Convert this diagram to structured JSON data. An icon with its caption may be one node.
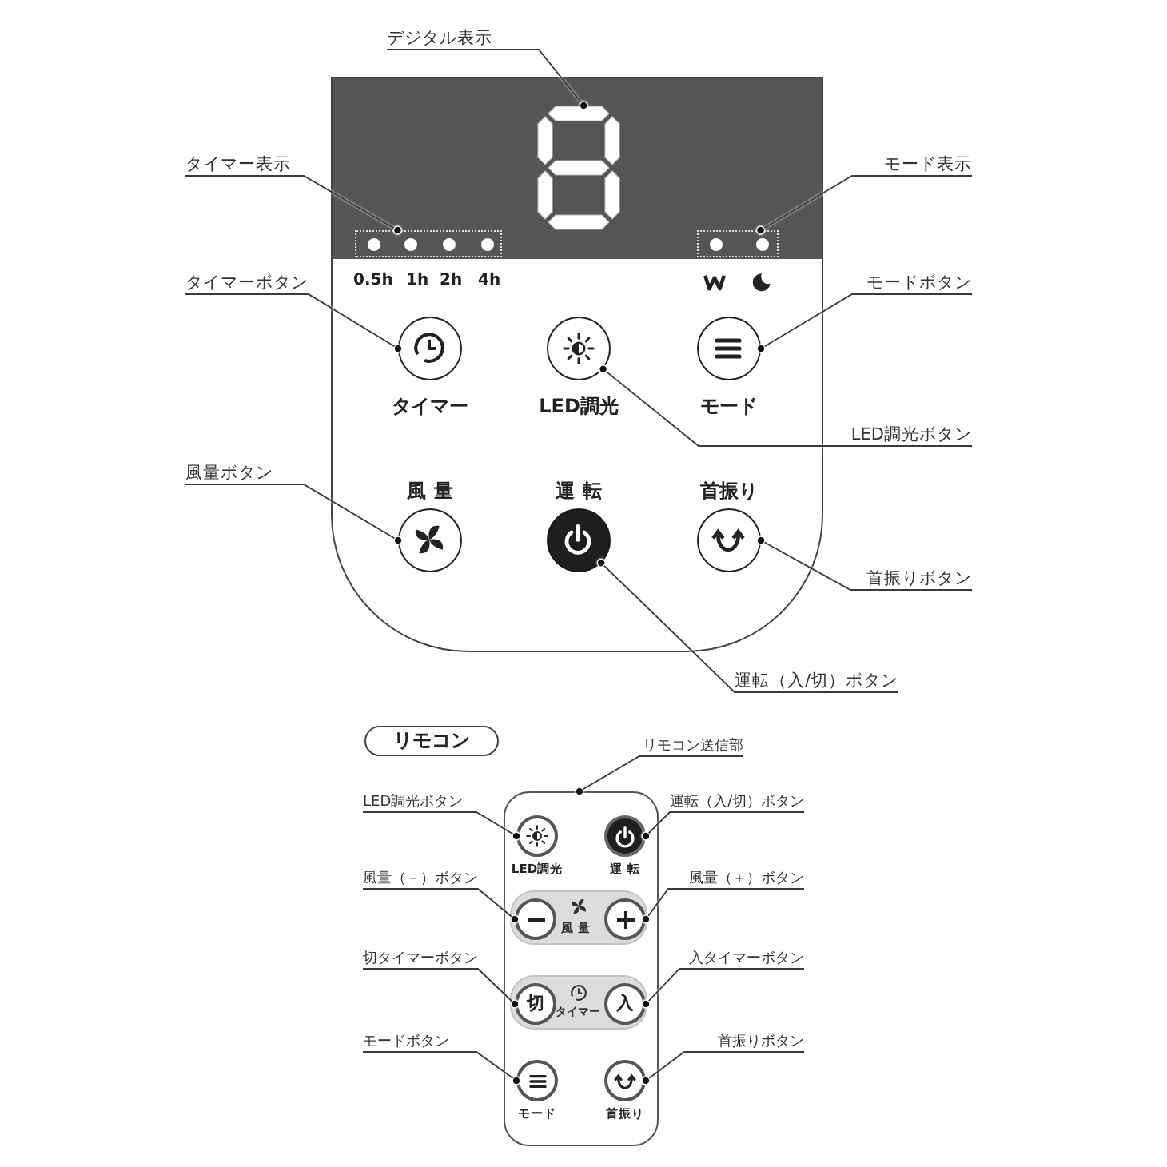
{
  "diagram": {
    "nodes": [
      {
        "text": [
          "デジタル表示"
        ]
      },
      {
        "text": [],
        "shape": "box"
      },
      {
        "text": [],
        "shape": "picture",
        "in": 1
      },
      {
        "text": [
          "タイマー表示"
        ]
      },
      {
        "text": [
          "モード表示"
        ]
      },
      {
        "text": [],
        "shape": "box",
        "in": 1,
        "beside": [
          "0.5h",
          "1h",
          "2h",
          "4h"
        ]
      },
      {
        "text": [],
        "shape": "box",
        "in": 1
      },
      {
        "text": [
          "タイマーボタン"
        ]
      },
      {
        "text": [
          "モードボタン"
        ]
      },
      {
        "text": [],
        "shape": "circle",
        "in": 1,
        "beside": [
          "タイマー"
        ]
      },
      {
        "text": [],
        "shape": "circle",
        "in": 1,
        "beside": [
          "LED調光"
        ]
      },
      {
        "text": [],
        "shape": "circle",
        "in": 1,
        "beside": [
          "モード"
        ]
      },
      {
        "text": [
          "LED調光ボタン"
        ]
      },
      {
        "text": [
          "風量ボタン"
        ]
      },
      {
        "text": [],
        "shape": "circle",
        "in": 1,
        "beside": [
          "風量"
        ]
      },
      {
        "text": [],
        "shape": "circle",
        "in": 1,
        "beside": [
          "運転"
        ]
      },
      {
        "text": [],
        "shape": "circle",
        "in": 1,
        "beside": [
          "首振り"
        ]
      },
      {
        "text": [
          "首振りボタン"
        ]
      },
      {
        "text": [
          "運転（入/切）ボタン"
        ]
      },
      {
        "text": [
          "リモコン"
        ]
      },
      {
        "text": [
          "リモコン送信部"
        ]
      },
      {
        "text": [],
        "shape": "box"
      },
      {
        "text": [
          "LED調光ボタン"
        ]
      },
      {
        "text": [
          "運転（入/切）ボタン"
        ]
      },
      {
        "text": [],
        "shape": "circle",
        "in": 21,
        "beside": [
          "LED調光"
        ]
      },
      {
        "text": [],
        "shape": "circle",
        "in": 21,
        "beside": [
          "運転"
        ]
      },
      {
        "text": [
          "風量（－）ボタン"
        ]
      },
      {
        "text": [
          "風量（＋）ボタン"
        ]
      },
      {
        "text": [
          "風量"
        ],
        "in": 21
      },
      {
        "text": [],
        "shape": "circle",
        "in": 28
      },
      {
        "text": [],
        "shape": "circle",
        "in": 28
      },
      {
        "text": [
          "切タイマーボタン"
        ]
      },
      {
        "text": [
          "入タイマーボタン"
        ]
      },
      {
        "text": [
          "タイマー"
        ],
        "in": 21
      },
      {
        "text": [
          "切"
        ],
        "in": 33
      },
      {
        "text": [
          "入"
        ],
        "in": 33
      },
      {
        "text": [
          "モードボタン"
        ]
      },
      {
        "text": [
          "首振りボタン"
        ]
      },
      {
        "text": [],
        "shape": "circle",
        "in": 21,
        "beside": [
          "モード"
        ]
      },
      {
        "text": [],
        "shape": "circle",
        "in": 21,
        "beside": [
          "首振り"
        ]
      }
    ],
    "edges": [
      {
        "from": 0,
        "to": 2,
        "arrow": "other"
      },
      {
        "from": 3,
        "to": 5,
        "arrow": "other"
      },
      {
        "from": 4,
        "to": 6,
        "arrow": "other"
      },
      {
        "from": 7,
        "to": 9,
        "arrow": "other"
      },
      {
        "from": 8,
        "to": 11,
        "arrow": "other"
      },
      {
        "from": 12,
        "to": 10,
        "arrow": "other"
      },
      {
        "from": 13,
        "to": 14,
        "arrow": "other"
      },
      {
        "from": 17,
        "to": 16,
        "arrow": "other"
      },
      {
        "from": 18,
        "to": 15,
        "arrow": "other"
      },
      {
        "from": 20,
        "to": 21,
        "arrow": "other"
      },
      {
        "from": 22,
        "to": 24,
        "arrow": "other"
      },
      {
        "from": 23,
        "to": 25,
        "arrow": "other"
      },
      {
        "from": 26,
        "to": 29,
        "arrow": "other"
      },
      {
        "from": 27,
        "to": 30,
        "arrow": "other"
      },
      {
        "from": 31,
        "to": 34,
        "arrow": "other"
      },
      {
        "from": 32,
        "to": 35,
        "arrow": "other"
      },
      {
        "from": 36,
        "to": 38,
        "arrow": "other"
      },
      {
        "from": 37,
        "to": 39,
        "arrow": "other"
      }
    ]
  }
}
